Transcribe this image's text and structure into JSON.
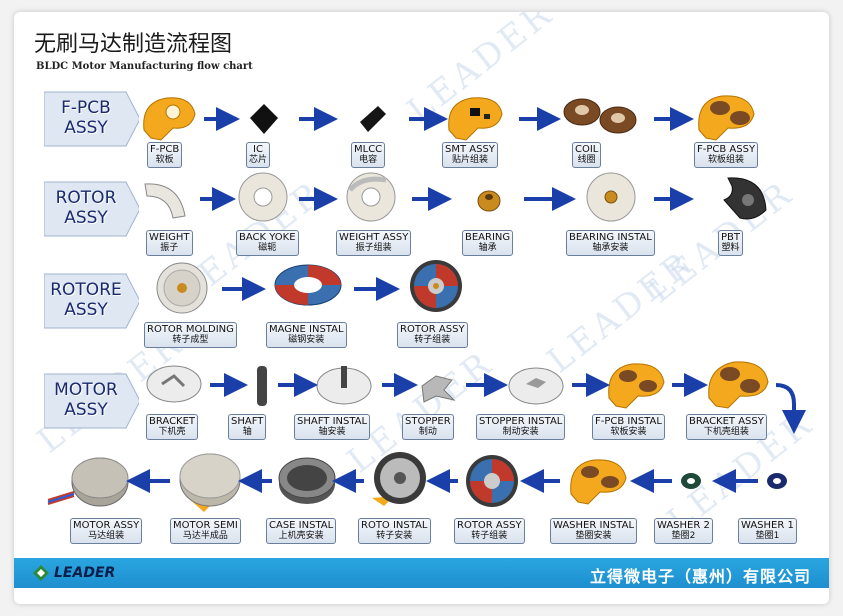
{
  "title_cn": "无刷马达制造流程图",
  "title_en": "BLDC Motor Manufacturing flow chart",
  "watermark": "LEADER",
  "rows": [
    {
      "label_1": "F-PCB",
      "label_2": "ASSY"
    },
    {
      "label_1": "ROTOR",
      "label_2": "ASSY"
    },
    {
      "label_1": "ROTORE",
      "label_2": "ASSY"
    },
    {
      "label_1": "MOTOR",
      "label_2": "ASSY"
    }
  ],
  "steps": {
    "fpcb": {
      "en": "F-PCB",
      "cn": "软板"
    },
    "ic": {
      "en": "IC",
      "cn": "芯片"
    },
    "mlcc": {
      "en": "MLCC",
      "cn": "电容"
    },
    "smt_assy": {
      "en": "SMT ASSY",
      "cn": "贴片组装"
    },
    "coil": {
      "en": "COIL",
      "cn": "线圈"
    },
    "fpcb_assy": {
      "en": "F-PCB  ASSY",
      "cn": "软板组装"
    },
    "weight": {
      "en": "WEIGHT",
      "cn": "振子"
    },
    "back_yoke": {
      "en": "BACK YOKE",
      "cn": "磁轭"
    },
    "weight_assy": {
      "en": "WEIGHT ASSY",
      "cn": "振子组装"
    },
    "bearing": {
      "en": "BEARING",
      "cn": "轴承"
    },
    "bearing_instal": {
      "en": "BEARING INSTAL",
      "cn": "轴承安装"
    },
    "pbt": {
      "en": "PBT",
      "cn": "塑料"
    },
    "rotor_molding": {
      "en": "ROTOR MOLDING",
      "cn": "转子成型"
    },
    "magne_instal": {
      "en": "MAGNE INSTAL",
      "cn": "磁钢安装"
    },
    "rotor_assy": {
      "en": "ROTOR ASSY",
      "cn": "转子组装"
    },
    "bracket": {
      "en": "BRACKET",
      "cn": "下机壳"
    },
    "shaft": {
      "en": "SHAFT",
      "cn": "轴"
    },
    "shaft_instal": {
      "en": "SHAFT INSTAL",
      "cn": "轴安装"
    },
    "stopper": {
      "en": "STOPPER",
      "cn": "制动"
    },
    "stopper_instal": {
      "en": "STOPPER INSTAL",
      "cn": "制动安装"
    },
    "fpcb_instal": {
      "en": "F-PCB INSTAL",
      "cn": "软板安装"
    },
    "bracket_assy": {
      "en": "BRACKET ASSY",
      "cn": "下机壳组装"
    },
    "washer1": {
      "en": "WASHER 1",
      "cn": "垫圈1"
    },
    "washer2": {
      "en": "WASHER 2",
      "cn": "垫圈2"
    },
    "washer_instal": {
      "en": "WASHER INSTAL",
      "cn": "垫圈安装"
    },
    "rotor_assy2": {
      "en": "ROTOR ASSY",
      "cn": "转子组装"
    },
    "roto_instal": {
      "en": "ROTO INSTAL",
      "cn": "转子安装"
    },
    "case_instal": {
      "en": "CASE INSTAL",
      "cn": "上机壳安装"
    },
    "motor_semi": {
      "en": "MOTOR SEMI",
      "cn": "马达半成品"
    },
    "motor_assy": {
      "en": "MOTOR ASSY",
      "cn": "马达组装"
    }
  },
  "footer": {
    "logo": "LEADER",
    "company": "立得微电子（惠州）有限公司"
  },
  "colors": {
    "arrow": "#1a3fa8",
    "banner": "#1e8fd0",
    "row_label": "#1a2a6c",
    "pcb": "#f3a81d"
  }
}
